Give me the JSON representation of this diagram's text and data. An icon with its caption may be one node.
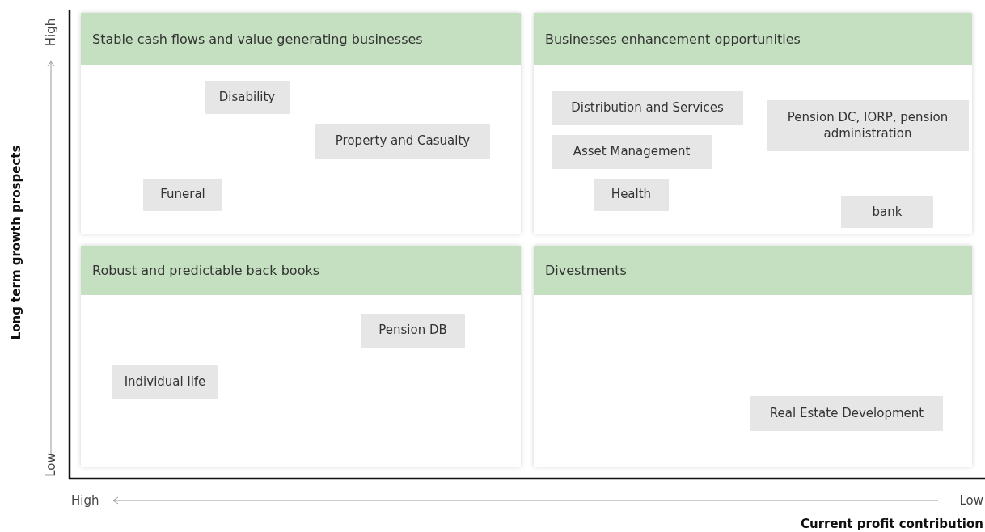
{
  "diagram": {
    "nodes": [
      {
        "text": [
          "Stable cash flows and value generating businesses"
        ]
      },
      {
        "text": [
          "Disability"
        ],
        "in": 0
      },
      {
        "text": [
          "Property and Casualty"
        ],
        "in": 0
      },
      {
        "text": [
          "Funeral"
        ],
        "in": 0
      },
      {
        "text": [
          "Businesses enhancement opportunities"
        ]
      },
      {
        "text": [
          "Distribution and Services"
        ],
        "in": 4
      },
      {
        "text": [
          "Pension DC, IORP, pension administration"
        ],
        "in": 4
      },
      {
        "text": [
          "Asset Management"
        ],
        "in": 4
      },
      {
        "text": [
          "Health"
        ],
        "in": 4
      },
      {
        "text": [
          "bank"
        ],
        "in": 4
      },
      {
        "text": [
          "Robust and predictable back books"
        ]
      },
      {
        "text": [
          "Pension DB"
        ],
        "in": 10
      },
      {
        "text": [
          "Individual life"
        ],
        "in": 10
      },
      {
        "text": [
          "Divestments"
        ]
      },
      {
        "text": [
          "Real Estate Development"
        ],
        "in": 13
      }
    ],
    "labels": [
      "Long term growth prospects",
      "High",
      "Low",
      "High",
      "Low",
      "Current profit contribution"
    ]
  }
}
